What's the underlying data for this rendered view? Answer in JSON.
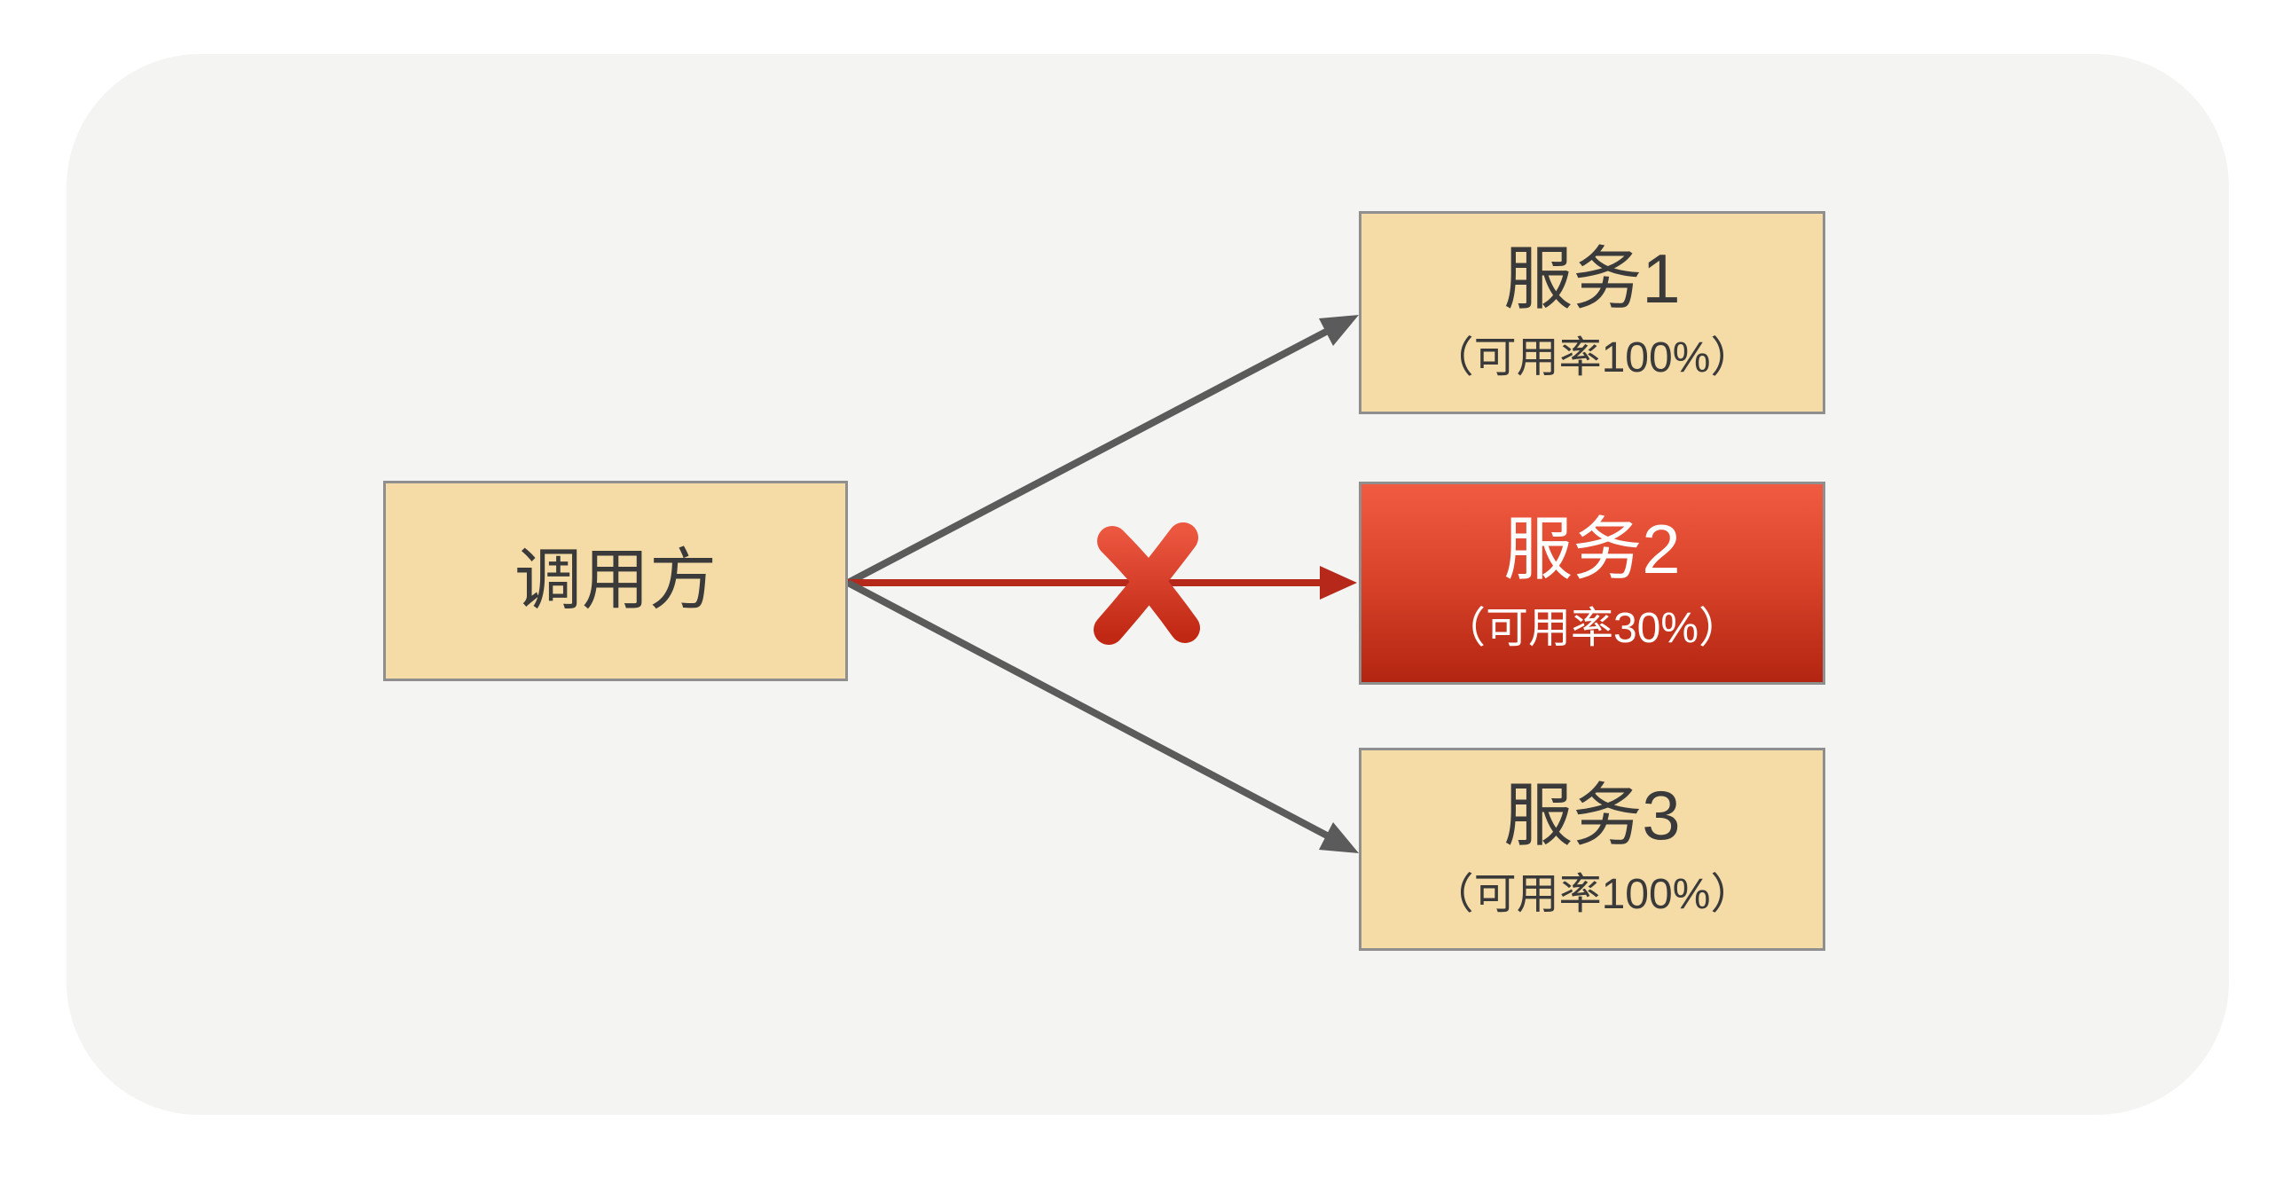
{
  "page": {
    "background": "#FFFFFF",
    "panel_background": "#F4F4F2"
  },
  "diagram": {
    "caller": {
      "label": "调用方"
    },
    "services": [
      {
        "title": "服务1",
        "subtitle": "（可用率100%）",
        "status": "available"
      },
      {
        "title": "服务2",
        "subtitle": "（可用率30%）",
        "status": "degraded"
      },
      {
        "title": "服务3",
        "subtitle": "（可用率100%）",
        "status": "available"
      }
    ],
    "colors": {
      "node_fill": "#F5DCA7",
      "node_border": "#8F8F8F",
      "node_text": "#3A3A3A",
      "degraded_fill_top": "#F15B42",
      "degraded_fill_bottom": "#B32511",
      "degraded_text": "#FFFFFF",
      "arrow_gray": "#5B5B5B",
      "arrow_red": "#B5281A",
      "cross_top": "#EC5740",
      "cross_bottom": "#C02814"
    }
  }
}
